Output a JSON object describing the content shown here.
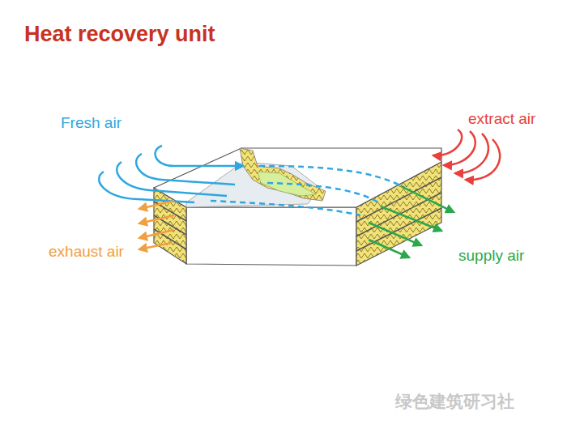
{
  "diagram": {
    "title": "Heat recovery unit",
    "labels": [
      "Fresh air",
      "extract air",
      "exhaust air",
      "supply air",
      "绿色建筑研习社"
    ]
  }
}
